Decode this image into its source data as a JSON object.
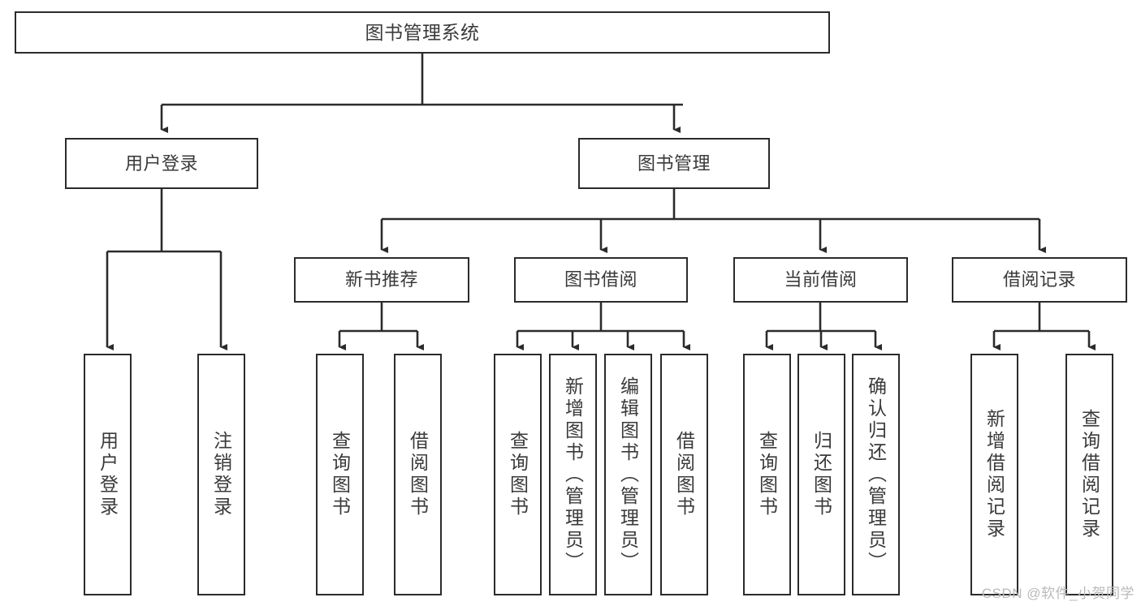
{
  "diagram": {
    "type": "tree-hierarchy-chart",
    "title": "图书管理系统",
    "stroke_color": "#2b2b2b",
    "text_color": "#3a3a3a",
    "background": "#ffffff",
    "root": {
      "label": "图书管理系统"
    },
    "level2": [
      {
        "label": "用户登录"
      },
      {
        "label": "图书管理"
      }
    ],
    "level3": [
      {
        "label": "新书推荐"
      },
      {
        "label": "图书借阅"
      },
      {
        "label": "当前借阅"
      },
      {
        "label": "借阅记录"
      }
    ],
    "leaves": {
      "user_login": [
        {
          "label": "用户登录"
        },
        {
          "label": "注销登录"
        }
      ],
      "new_book_recommend": [
        {
          "label": "查询图书"
        },
        {
          "label": "借阅图书"
        }
      ],
      "book_borrow": [
        {
          "label": "查询图书"
        },
        {
          "label": "新增图书（管理员）"
        },
        {
          "label": "编辑图书（管理员）"
        },
        {
          "label": "借阅图书"
        }
      ],
      "current_borrow": [
        {
          "label": "查询图书"
        },
        {
          "label": "归还图书"
        },
        {
          "label": "确认归还（管理员）"
        }
      ],
      "borrow_records": [
        {
          "label": "新增借阅记录"
        },
        {
          "label": "查询借阅记录"
        }
      ]
    }
  },
  "watermark": {
    "text": "CSDN @软件_小贺同学"
  }
}
